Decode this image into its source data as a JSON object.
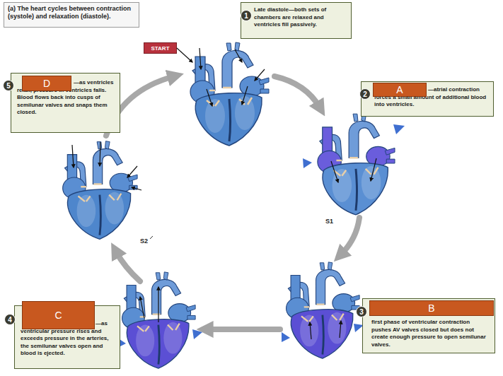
{
  "diagram": {
    "title": "(a) The heart cycles between contraction (systole) and relaxation (diastole).",
    "nodes": [
      {
        "text": [
          "Late diastole—both sets of chambers are relaxed and ventricles fill passively."
        ]
      },
      {
        "text": [
          "START"
        ]
      },
      {
        "text": [
          "—as ventricles relax, pressure in ventricles falls. Blood flows back into cusps of semilunar valves and snaps them closed."
        ]
      },
      {
        "text": [
          "D"
        ],
        "in": 2
      },
      {
        "text": [
          "—atrial contraction forces a small amount of additional blood into ventricles."
        ]
      },
      {
        "text": [
          "A"
        ],
        "in": 4
      },
      {
        "text": [
          "—as ventricular pressure rises and exceeds pressure in the arteries, the semilunar valves open and blood is ejected."
        ]
      },
      {
        "text": [
          "C"
        ],
        "in": 6
      },
      {
        "text": [
          "first phase of ventricular contraction pushes AV valves closed but does not create enough pressure to open semilunar valves."
        ]
      },
      {
        "text": [
          "B"
        ],
        "in": 8
      }
    ],
    "labels": [
      "1",
      "2",
      "3",
      "4",
      "5",
      "S1",
      "S2"
    ]
  }
}
